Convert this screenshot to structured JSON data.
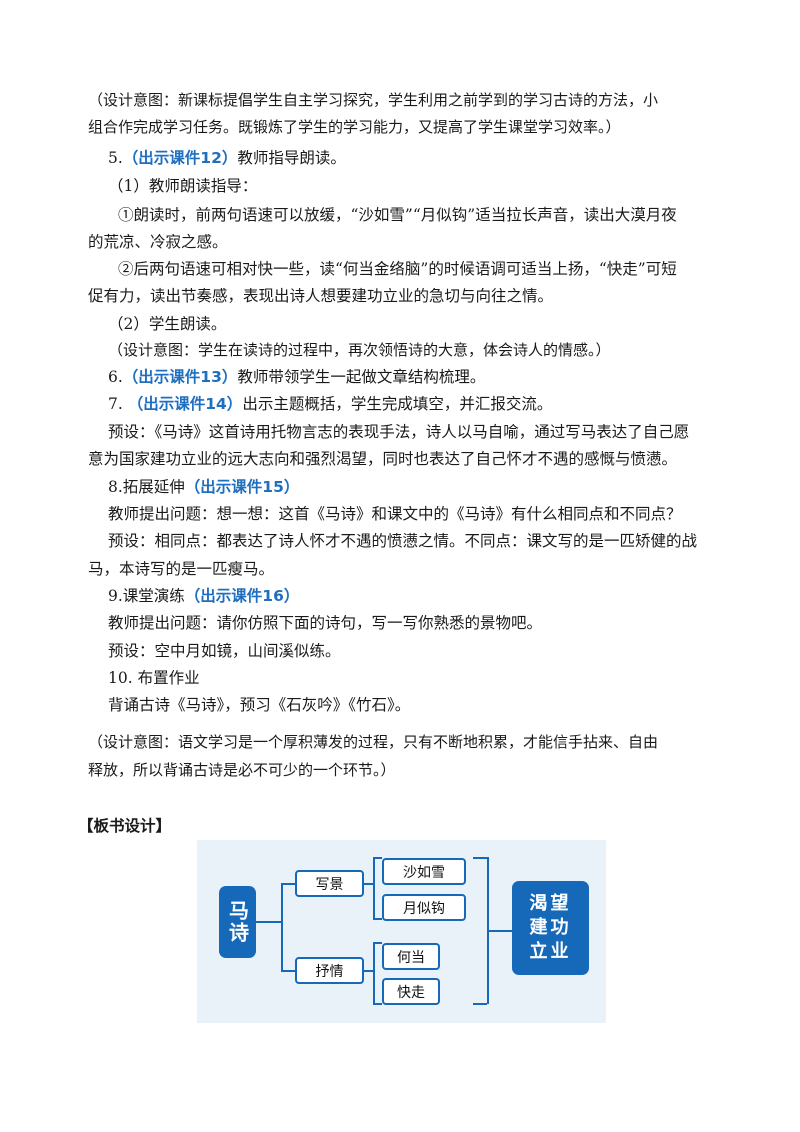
{
  "paragraphs": {
    "p1a": "（设计意图：新课标提倡学生自主学习探究，学生利用之前学到的学习古诗的方法，小",
    "p1b": "组合作完成学习任务。既锻炼了学生的学习能力，又提高了学生课堂学习效率。）",
    "s5_num": "5.",
    "s5_tag": "（出示课件12）",
    "s5_text": "教师指导朗读。",
    "s5_1": "（1）教师朗读指导：",
    "s5_1a": "①朗读时，前两句语速可以放缓，“沙如雪”“月似钩”适当拉长声音，读出大漠月夜",
    "s5_1a2": "的荒凉、冷寂之感。",
    "s5_1b": "②后两句语速可相对快一些，读“何当金络脑”的时候语调可适当上扬，“快走”可短",
    "s5_1b2": "促有力，读出节奏感，表现出诗人想要建功立业的急切与向往之情。",
    "s5_2": "（2）学生朗读。",
    "p2": "（设计意图：学生在读诗的过程中，再次领悟诗的大意，体会诗人的情感。）",
    "s6_num": "6.",
    "s6_tag": "（出示课件13）",
    "s6_text": "教师带领学生一起做文章结构梳理。",
    "s7_num": "7.",
    "s7_tag": "（出示课件14）",
    "s7_text": "出示主题概括，学生完成填空，并汇报交流。",
    "s7_a": "预设：《马诗》这首诗用托物言志的表现手法，诗人以马自喻，通过写马表达了自己愿",
    "s7_a2": "意为国家建功立业的远大志向和强烈渴望，同时也表达了自己怀才不遇的感慨与愤懑。",
    "s8_text": "8.拓展延伸",
    "s8_tag": "（出示课件15）",
    "s8_a": "教师提出问题：想一想：这首《马诗》和课文中的《马诗》有什么相同点和不同点？",
    "s8_b": "预设：相同点：都表达了诗人怀才不遇的愤懑之情。不同点：课文写的是一匹矫健的战",
    "s8_b2": "马，本诗写的是一匹瘦马。",
    "s9_text": "9.课堂演练",
    "s9_tag": "（出示课件16）",
    "s9_a": "教师提出问题：请你仿照下面的诗句，写一写你熟悉的景物吧。",
    "s9_b": "预设：空中月如镜，山间溪似练。",
    "s10_text": "10. 布置作业",
    "s10_a": "背诵古诗《马诗》，预习《石灰吟》《竹石》。",
    "p3a": "（设计意图：语文学习是一个厚积薄发的过程，只有不断地积累，才能信手拈来、自由",
    "p3b": "释放，所以背诵古诗是必不可少的一个环节。）",
    "board_title": "【板书设计】"
  },
  "diagram": {
    "root": "马诗",
    "branch1": "写景",
    "branch1_items": [
      "沙如雪",
      "月似钩"
    ],
    "branch2": "抒情",
    "branch2_items": [
      "何当",
      "快走"
    ],
    "result": "渴望建功立业",
    "accent_color": "#1668b8",
    "background_color": "#e9f2f8"
  }
}
